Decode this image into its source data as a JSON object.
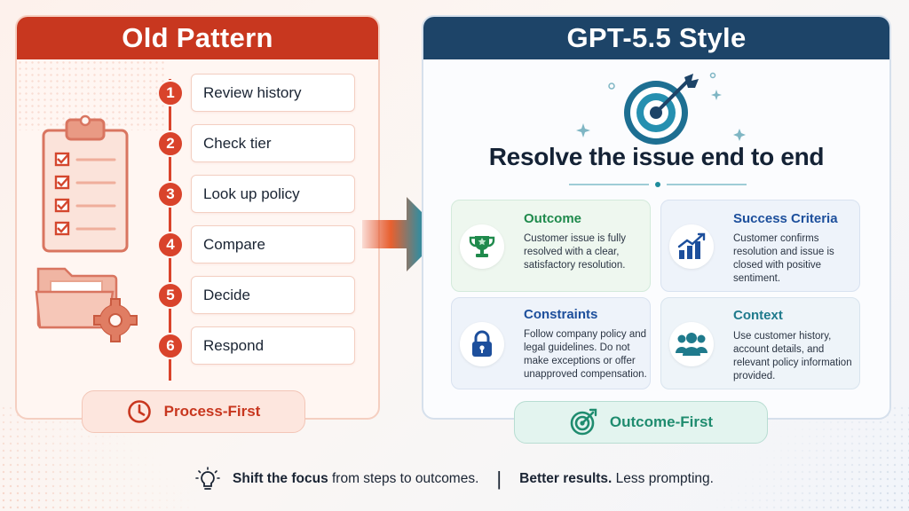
{
  "left": {
    "title": "Old Pattern",
    "steps": [
      {
        "num": "1",
        "label": "Review history"
      },
      {
        "num": "2",
        "label": "Check tier"
      },
      {
        "num": "3",
        "label": "Look up policy"
      },
      {
        "num": "4",
        "label": "Compare"
      },
      {
        "num": "5",
        "label": "Decide"
      },
      {
        "num": "6",
        "label": "Respond"
      }
    ],
    "badge": "Process-First"
  },
  "right": {
    "title": "GPT-5.5 Style",
    "headline": "Resolve the issue end to end",
    "cards": [
      {
        "title": "Outcome",
        "text": "Customer issue is fully resolved with a clear, satisfactory resolution.",
        "color": "#1f8a4c"
      },
      {
        "title": "Success Criteria",
        "text": "Customer confirms resolution and issue is closed with positive sentiment.",
        "color": "#1d4f9c"
      },
      {
        "title": "Constraints",
        "text": "Follow company policy and legal guidelines. Do not make exceptions or offer unapproved compensation.",
        "color": "#1d4f9c"
      },
      {
        "title": "Context",
        "text": "Use customer history, account details, and relevant policy information provided.",
        "color": "#1f7a8c"
      }
    ],
    "badge": "Outcome-First"
  },
  "footer": {
    "bold1": "Shift the focus",
    "text1": "from steps to outcomes.",
    "bold2": "Better results.",
    "text2": "Less prompting."
  },
  "colors": {
    "old_accent": "#c8371f",
    "new_header": "#1d4468",
    "outcome_accent": "#1f8c6f"
  }
}
